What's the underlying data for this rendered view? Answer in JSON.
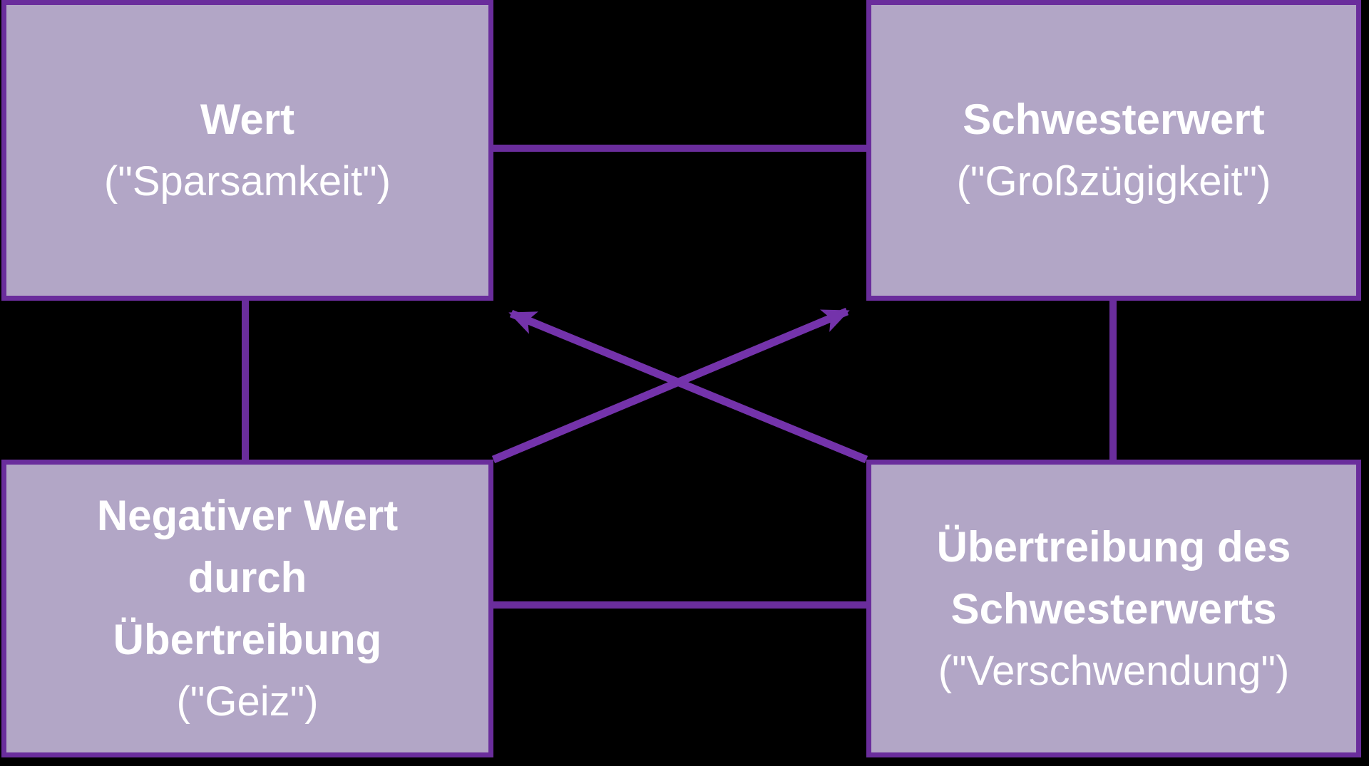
{
  "diagram": {
    "background": "#000000",
    "box_fill": "#b2a6c6",
    "box_border": "#6a2d9c",
    "connector_color": "#6a2d9c",
    "arrow_color": "#7433ab",
    "text_color": "#ffffff"
  },
  "boxes": [
    {
      "id": "wert",
      "title": "Wert",
      "subtitle": "(\"Sparsamkeit\")"
    },
    {
      "id": "schwesterwert",
      "title": "Schwesterwert",
      "subtitle": "(\"Großzügigkeit\")"
    },
    {
      "id": "negativer-wert",
      "title": "Negativer Wert\ndurch\nÜbertreibung",
      "subtitle": "(\"Geiz\")"
    },
    {
      "id": "uebertreibung-des-schwesterwerts",
      "title": "Übertreibung des\nSchwesterwerts",
      "subtitle": "(\"Verschwendung\")"
    }
  ]
}
